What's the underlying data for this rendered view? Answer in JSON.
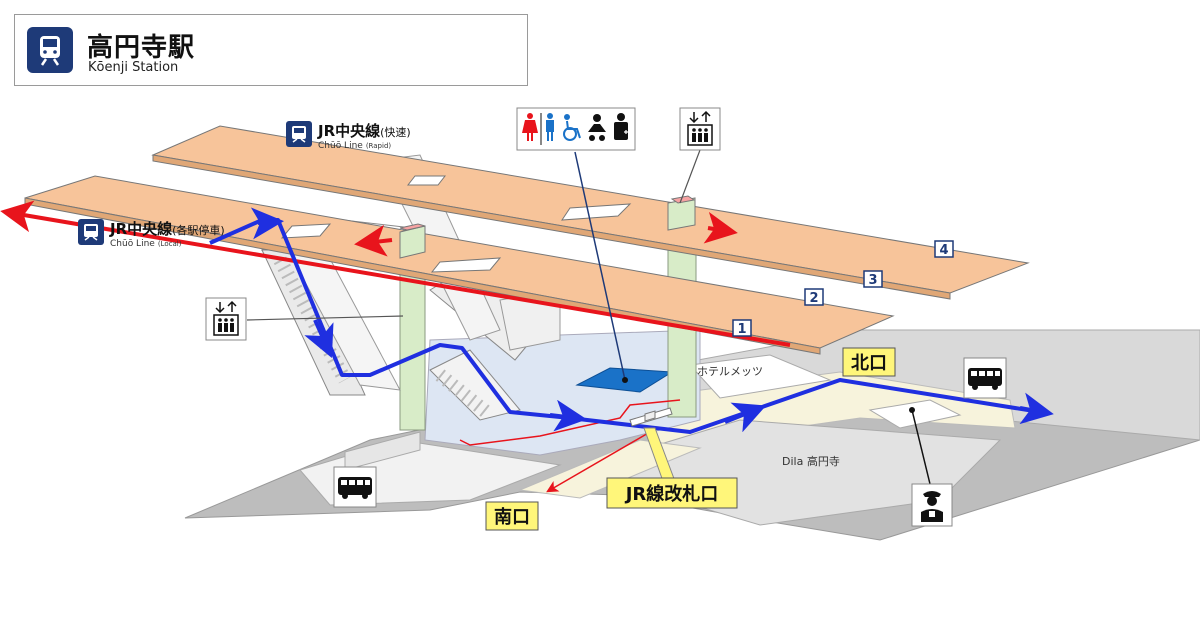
{
  "station": {
    "name_ja": "高円寺駅",
    "name_en": "Kōenji Station"
  },
  "lines": {
    "rapid": {
      "name_ja": "JR中央線",
      "type_ja": "(快速)",
      "name_en": "Chūō Line",
      "type_en": "(Rapid)"
    },
    "local": {
      "name_ja": "JR中央線",
      "type_ja": "(各駅停車)",
      "name_en": "Chūō Line",
      "type_en": "(Local)"
    }
  },
  "platform_numbers": [
    "1",
    "2",
    "3",
    "4"
  ],
  "exits": {
    "north": "北口",
    "south": "南口"
  },
  "ticket_gate": "JR線改札口",
  "landmarks": {
    "hotel": "ホテルメッツ",
    "dila": "Dila 高円寺"
  },
  "icons": [
    "train-icon",
    "toilet-icon",
    "elevator-icon",
    "bus-icon",
    "station-staff-icon",
    "wheelchair-icon"
  ],
  "colors": {
    "platform": "#f7c49a",
    "route_blue": "#1f2fe0",
    "route_red": "#e8141c",
    "line_badge": "#1e3a78",
    "label_yellow": "#fff67a",
    "toilet_area": "#1a72c8"
  }
}
